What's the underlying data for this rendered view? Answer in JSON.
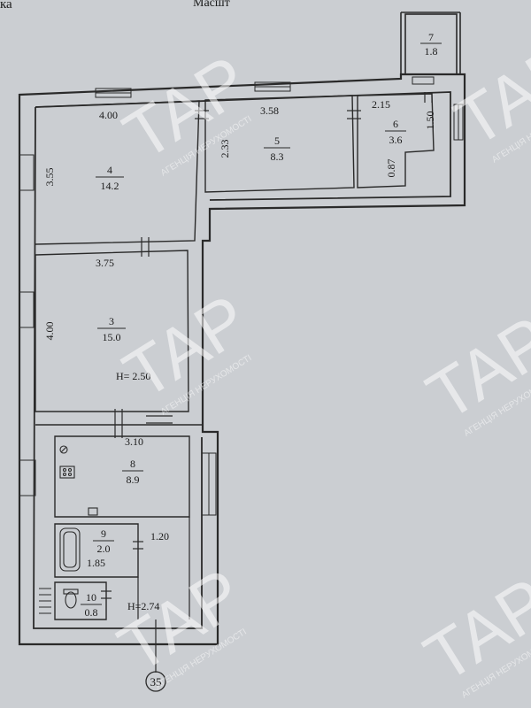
{
  "header": {
    "left_text": "ка",
    "center_text": "Масшт"
  },
  "rooms": [
    {
      "id": "7",
      "area": "1.8"
    },
    {
      "id": "4",
      "area": "14.2"
    },
    {
      "id": "5",
      "area": "8.3"
    },
    {
      "id": "6",
      "area": "3.6"
    },
    {
      "id": "3",
      "area": "15.0"
    },
    {
      "id": "8",
      "area": "8.9"
    },
    {
      "id": "9",
      "area": "2.0"
    },
    {
      "id": "10",
      "area": "0.8"
    }
  ],
  "dimensions": {
    "room4_width": "4.00",
    "room4_height": "3.55",
    "room5_width": "3.58",
    "room5_height": "2.33",
    "room6_width": "2.15",
    "room6_height": "1.50",
    "room6_small": "0.87",
    "room3_width": "3.75",
    "room3_height": "4.00",
    "ceiling_main": "H= 2.50",
    "corridor_width": "3.10",
    "bath_width": "1.85",
    "bath_height": "1.20",
    "ceiling_wc": "H=2.74"
  },
  "marker": "35",
  "watermark": {
    "brand": "TAP",
    "subtitle": "АГЕНЦІЯ НЕРУХОМОСТІ"
  }
}
